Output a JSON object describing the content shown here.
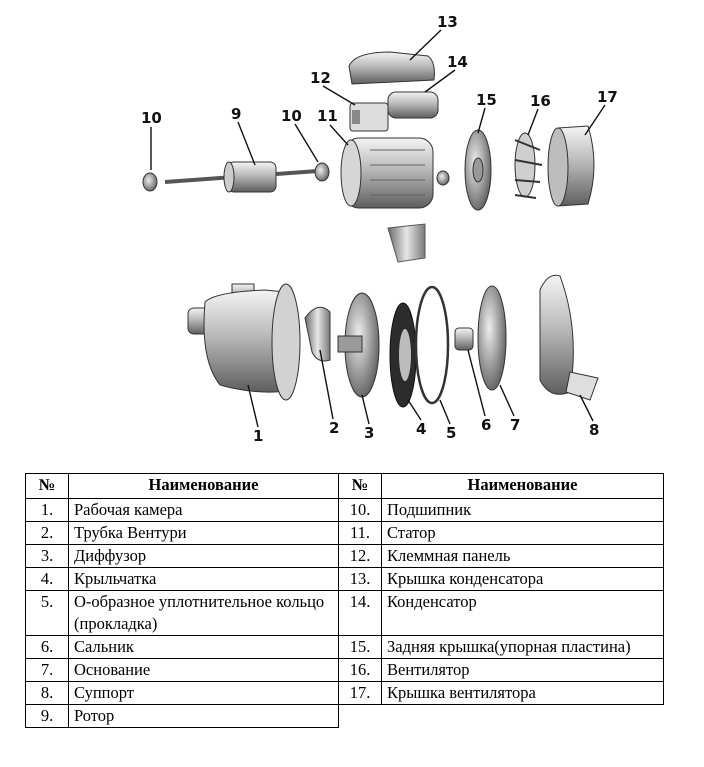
{
  "callouts": [
    "1",
    "2",
    "3",
    "4",
    "5",
    "6",
    "7",
    "8",
    "9",
    "10",
    "10",
    "11",
    "12",
    "13",
    "14",
    "15",
    "16",
    "17"
  ],
  "table": {
    "header_num": "№",
    "header_name": "Наименование",
    "left": [
      {
        "num": "1.",
        "name": "Рабочая камера"
      },
      {
        "num": "2.",
        "name": "Трубка Вентури"
      },
      {
        "num": "3.",
        "name": "Диффузор"
      },
      {
        "num": "4.",
        "name": "Крыльчатка"
      },
      {
        "num": "5.",
        "name": "О-образное уплотнительное кольцо (прокладка)"
      },
      {
        "num": "6.",
        "name": "Сальник"
      },
      {
        "num": "7.",
        "name": "Основание"
      },
      {
        "num": "8.",
        "name": "Суппорт"
      },
      {
        "num": "9.",
        "name": "Ротор"
      }
    ],
    "right": [
      {
        "num": "10.",
        "name": "Подшипник"
      },
      {
        "num": "11.",
        "name": "Статор"
      },
      {
        "num": "12.",
        "name": "Клеммная панель"
      },
      {
        "num": "13.",
        "name": "Крышка конденсатора"
      },
      {
        "num": "14.",
        "name": "Конденсатор"
      },
      {
        "num": "15.",
        "name": "Задняя крышка(упорная пластина)"
      },
      {
        "num": "16.",
        "name": "Вентилятор"
      },
      {
        "num": "17.",
        "name": "Крышка вентилятора"
      }
    ]
  }
}
